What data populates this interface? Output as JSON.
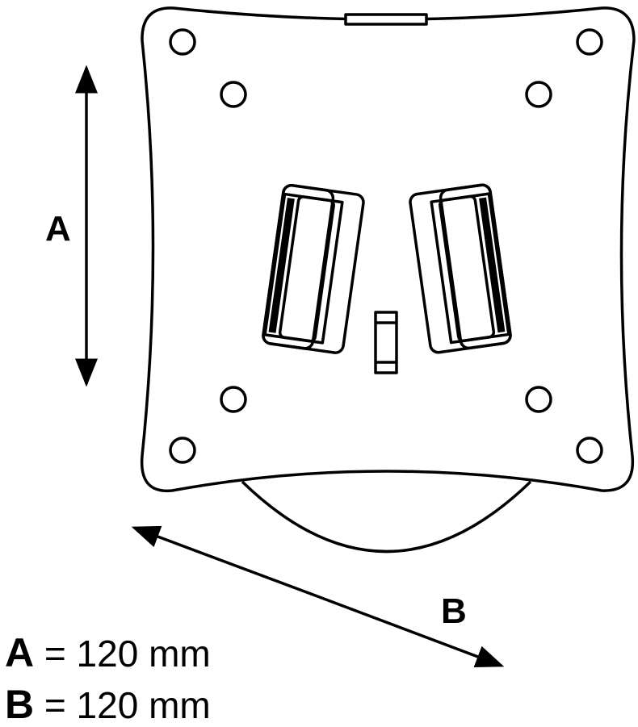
{
  "labels": {
    "a": "A",
    "b": "B"
  },
  "legend": [
    {
      "key": "A",
      "eq": "=",
      "value": "120 mm"
    },
    {
      "key": "B",
      "eq": "=",
      "value": "120 mm"
    }
  ],
  "colors": {
    "line": "#000000",
    "background": "#ffffff"
  }
}
